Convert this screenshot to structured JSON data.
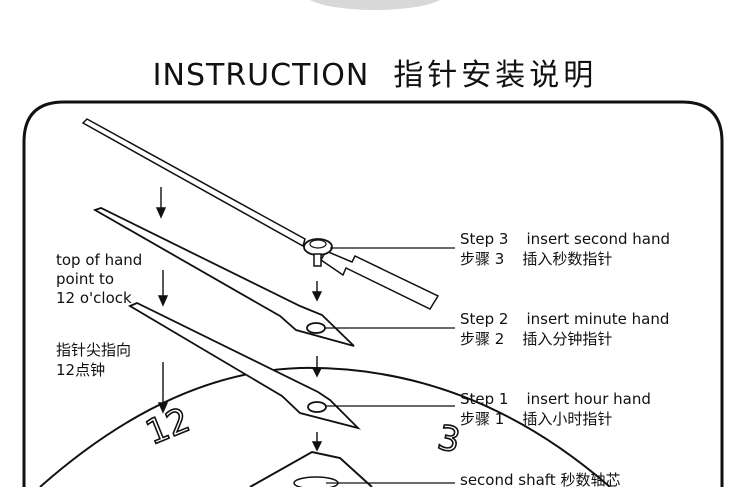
{
  "title": {
    "en": "INSTRUCTION",
    "zh": "指针安装说明"
  },
  "left_notes": {
    "en": [
      "top of hand",
      "point to",
      "12 o'clock"
    ],
    "zh": [
      "指针尖指向",
      "12点钟"
    ]
  },
  "steps": [
    {
      "step_en": "Step 3",
      "action_en": "insert second hand",
      "step_zh": "步骤 3",
      "action_zh": "插入秒数指针"
    },
    {
      "step_en": "Step 2",
      "action_en": "insert minute hand",
      "step_zh": "步骤 2",
      "action_zh": "插入分钟指针"
    },
    {
      "step_en": "Step 1",
      "action_en": "insert hour hand",
      "step_zh": "步骤 1",
      "action_zh": "插入小时指针"
    }
  ],
  "bottom_label": {
    "en": "second shaft",
    "zh": "秒数轴芯"
  },
  "dial_numbers": [
    "12",
    "3"
  ]
}
